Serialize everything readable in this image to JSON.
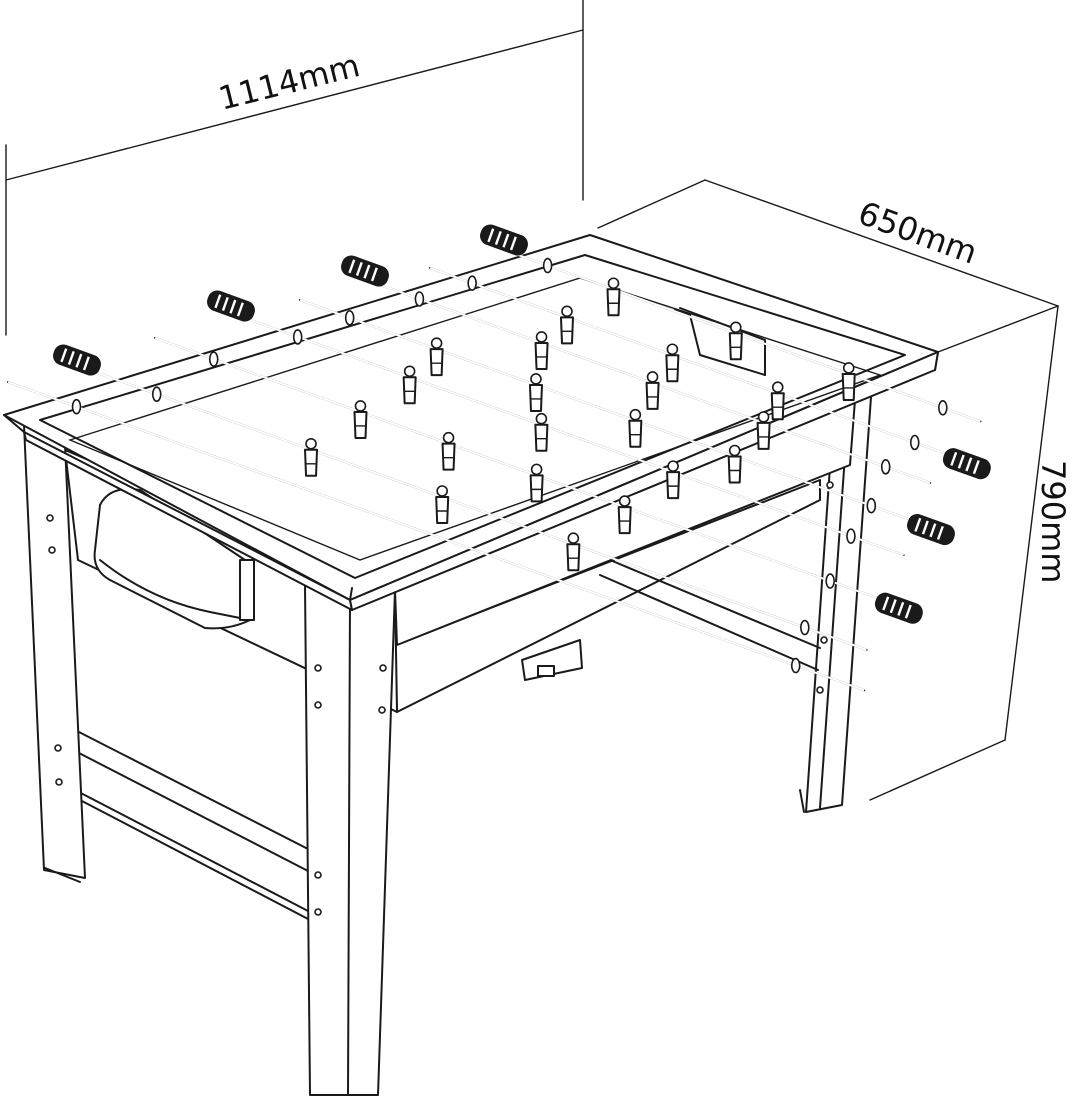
{
  "dimensions": {
    "length": "1114mm",
    "width": "650mm",
    "height": "790mm"
  },
  "colors": {
    "line": "#1a1a1a",
    "background": "#ffffff"
  }
}
